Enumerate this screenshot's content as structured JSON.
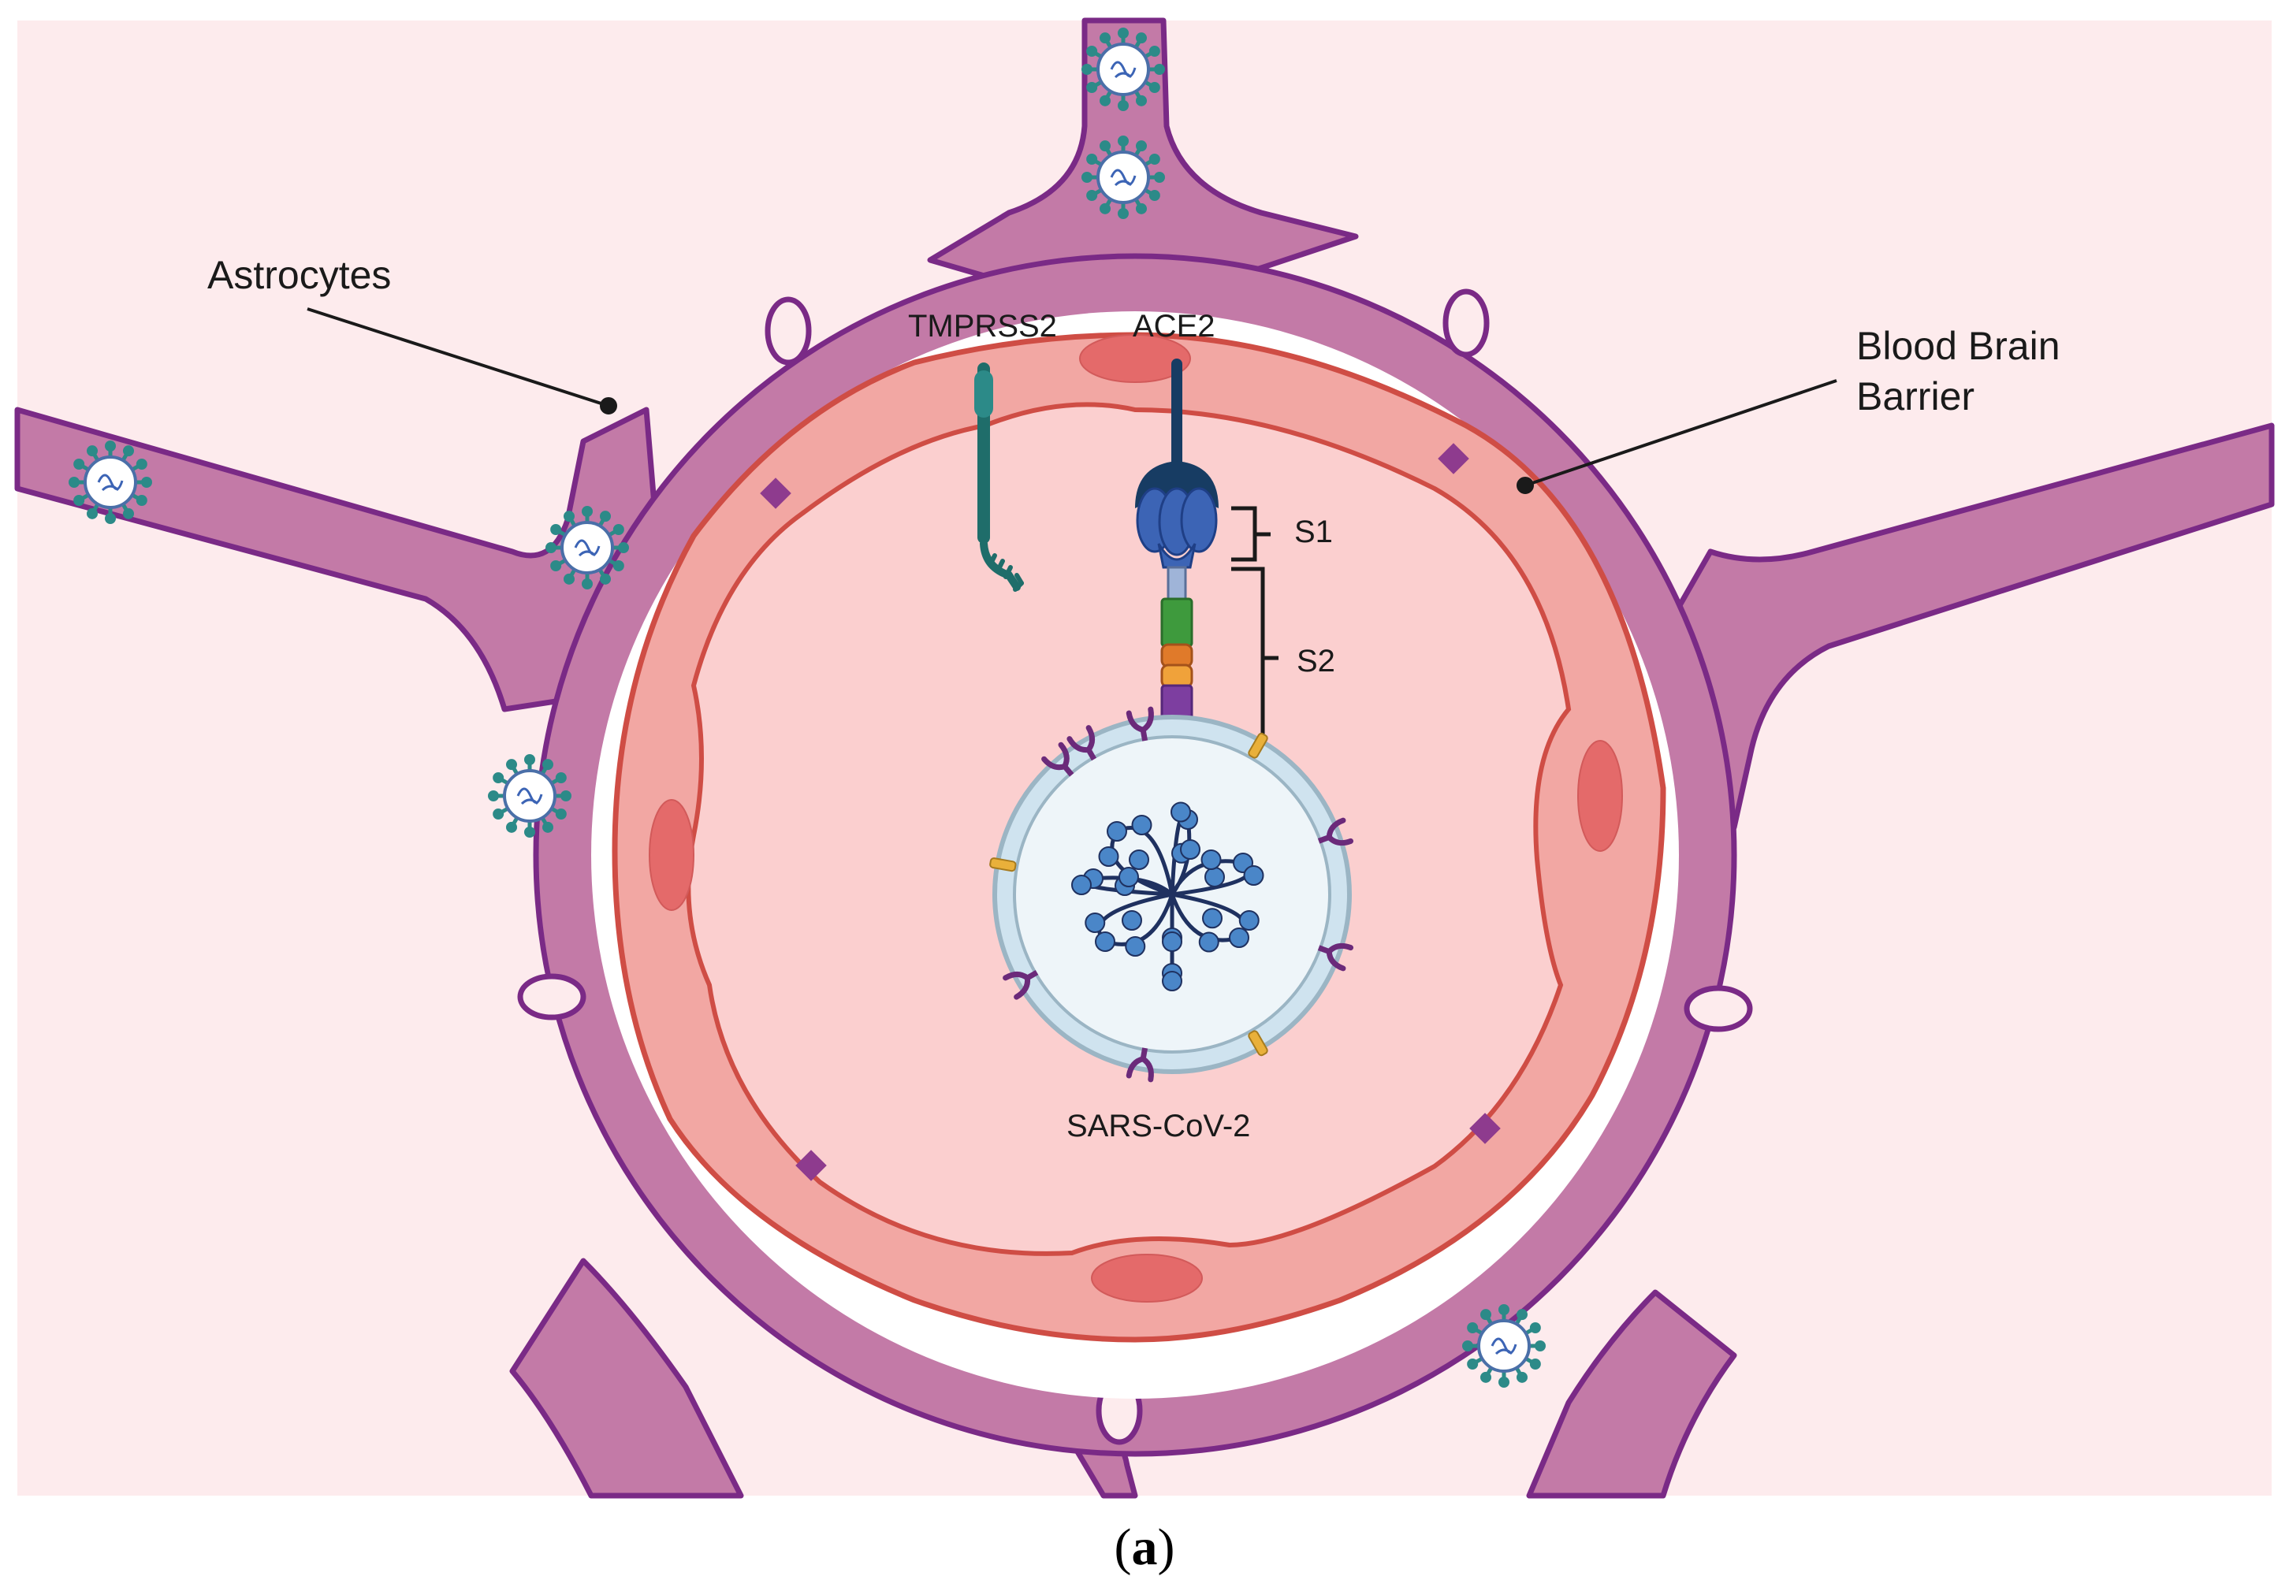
{
  "labels": {
    "astrocytes": "Astrocytes",
    "bbb_line1": "Blood Brain",
    "bbb_line2": "Barrier",
    "tmprss2": "TMPRSS2",
    "ace2": "ACE2",
    "s1": "S1",
    "s2": "S2",
    "virus": "SARS-CoV-2"
  },
  "caption": {
    "open": "(",
    "letter": "a",
    "close": ")"
  },
  "colors": {
    "background": "#fdebed",
    "astrocyte_fill": "#c37aa7",
    "astrocyte_stroke": "#7a2a86",
    "endothelium_fill": "#f2a7a3",
    "endothelium_stroke": "#cf4d45",
    "lumen": "#fbcfcf",
    "nucleus": "#e46a6a",
    "junction": "#8e3b8e",
    "virion_teal": "#2c8a88",
    "ace2": "#173c63",
    "spike_blue": "#3c64b5",
    "spike_green": "#3e9a3d",
    "spike_orange": "#e07a2a",
    "spike_purple": "#7d3ea0",
    "tmprss2": "#1f6d6a"
  }
}
